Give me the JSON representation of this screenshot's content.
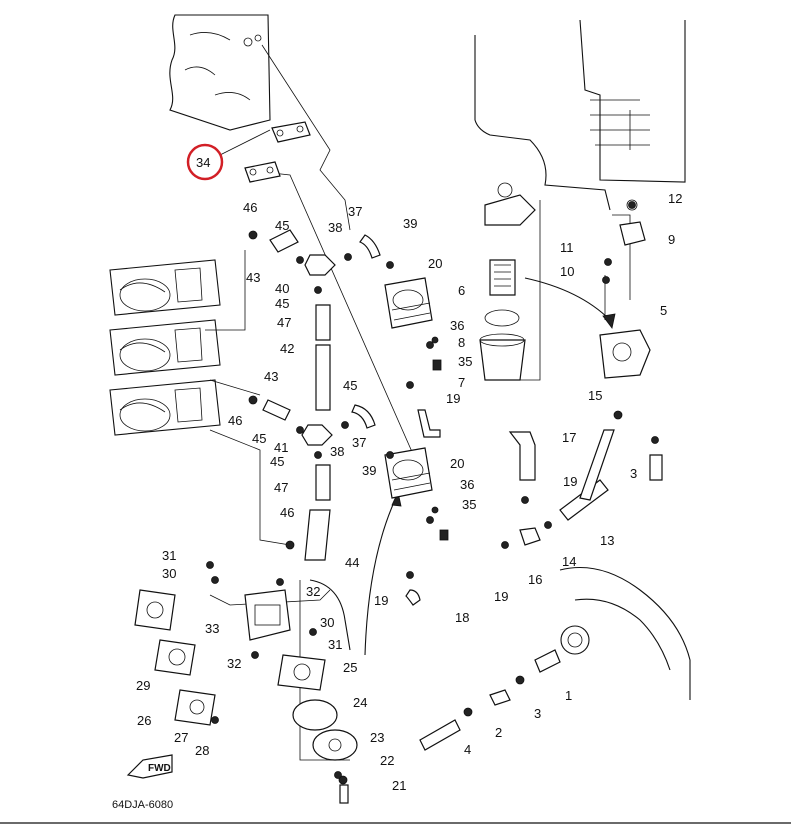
{
  "diagram": {
    "drawing_code": "64DJA-6080",
    "fwd_marker": "FWD",
    "highlight_color": "#d21f26",
    "highlighted_part": "34",
    "labels": [
      "34",
      "46",
      "45",
      "43",
      "40",
      "45",
      "47",
      "42",
      "43",
      "45",
      "46",
      "45",
      "41",
      "45",
      "47",
      "46",
      "37",
      "38",
      "39",
      "20",
      "36",
      "35",
      "19",
      "37",
      "38",
      "39",
      "20",
      "36",
      "35",
      "19",
      "6",
      "8",
      "7",
      "11",
      "10",
      "12",
      "9",
      "5",
      "15",
      "17",
      "3",
      "13",
      "19",
      "14",
      "16",
      "19",
      "18",
      "31",
      "30",
      "32",
      "33",
      "30",
      "31",
      "32",
      "29",
      "25",
      "26",
      "24",
      "27",
      "28",
      "23",
      "22",
      "21",
      "1",
      "2",
      "3",
      "4",
      "44"
    ]
  }
}
